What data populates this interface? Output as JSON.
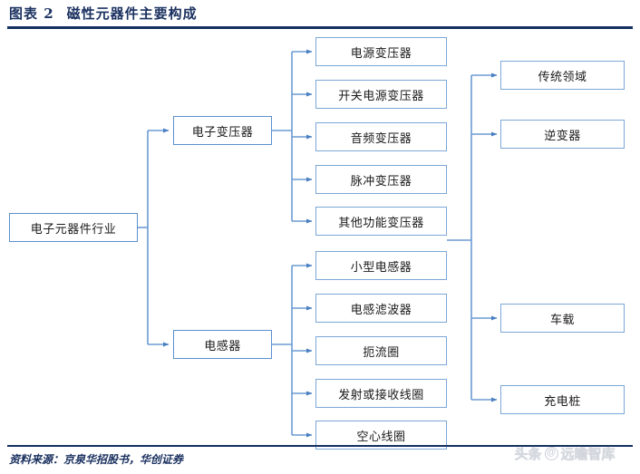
{
  "header": {
    "figure_label": "图表 2",
    "title": "磁性元器件主要构成"
  },
  "footer": {
    "source": "资料来源：京泉华招股书，华创证券",
    "watermark_left": "头条",
    "watermark_at": "@",
    "watermark_right": "远瞻智库"
  },
  "colors": {
    "title_navy": "#1b3160",
    "rule_navy": "#15305e",
    "box_border_blue": "#5b8fce",
    "leaf_border_blue": "#7ba7d7",
    "connector_blue": "#5b8fce",
    "background": "#ffffff",
    "watermark_gray": "#d2d6dd"
  },
  "diagram": {
    "type": "tree",
    "root": {
      "label": "电子元器件行业"
    },
    "branches": [
      {
        "label": "电子变压器",
        "children": [
          {
            "label": "电源变压器"
          },
          {
            "label": "开关电源变压器"
          },
          {
            "label": "音频变压器"
          },
          {
            "label": "脉冲变压器"
          },
          {
            "label": "其他功能变压器"
          }
        ]
      },
      {
        "label": "电感器",
        "children": [
          {
            "label": "小型电感器"
          },
          {
            "label": "电感滤波器"
          },
          {
            "label": "扼流圈"
          },
          {
            "label": "发射或接收线圈"
          },
          {
            "label": "空心线圈"
          }
        ]
      }
    ],
    "applications": [
      {
        "label": "传统领域"
      },
      {
        "label": "逆变器"
      },
      {
        "label": "车载"
      },
      {
        "label": "充电桩"
      }
    ]
  }
}
